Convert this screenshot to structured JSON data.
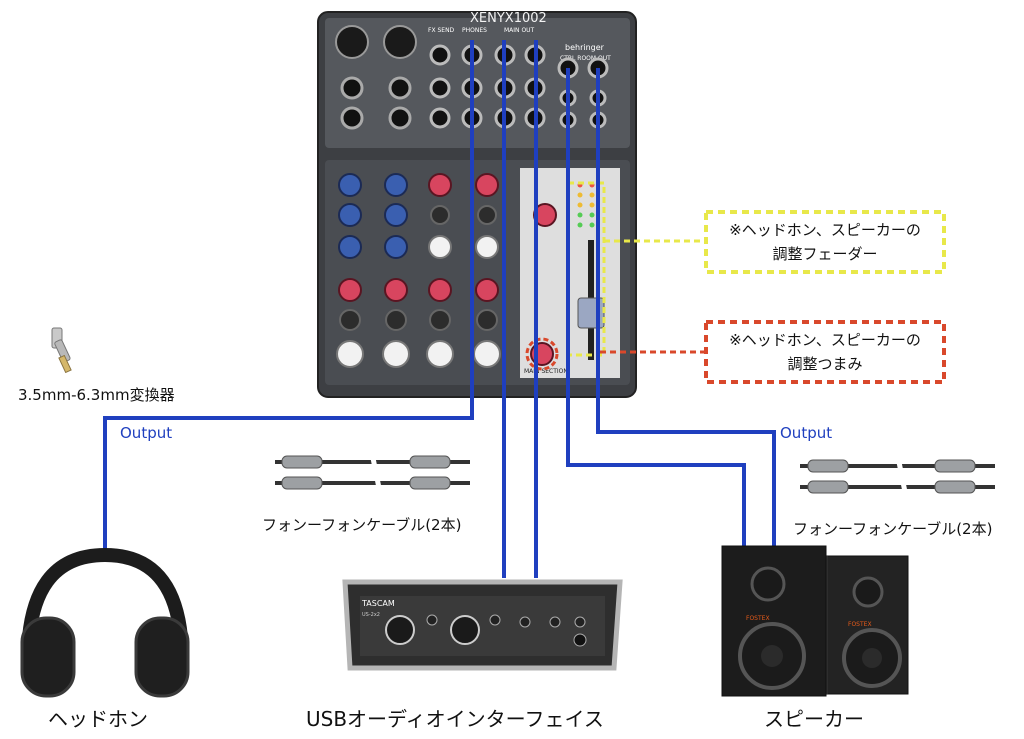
{
  "mixer": {
    "brand": "behringer",
    "model": "XENYX1002",
    "section_labels": [
      "FX SEND",
      "PHONES",
      "MAIN OUT",
      "CTRL ROOM OUT"
    ],
    "bottom_label": "MAIN SECTION"
  },
  "adapter_label": "3.5mm-6.3mm変換器",
  "output_left": "Output",
  "output_right": "Output",
  "cable_left_label": "フォンーフォンケーブル(2本)",
  "cable_right_label": "フォンーフォンケーブル(2本)",
  "callout_fader": {
    "line1": "※ヘッドホン、スピーカーの",
    "line2": "調整フェーダー",
    "color": "#e8e84a"
  },
  "callout_knob": {
    "line1": "※ヘッドホン、スピーカーの",
    "line2": "調整つまみ",
    "color": "#d9482b"
  },
  "headphones_label": "ヘッドホン",
  "interface_label": "USBオーディオインターフェイス",
  "interface_brand": "TASCAM",
  "interface_model": "US-2x2",
  "speakers_label": "スピーカー",
  "speaker_brand": "FOSTEX",
  "cable_color": "#1f3fbf"
}
